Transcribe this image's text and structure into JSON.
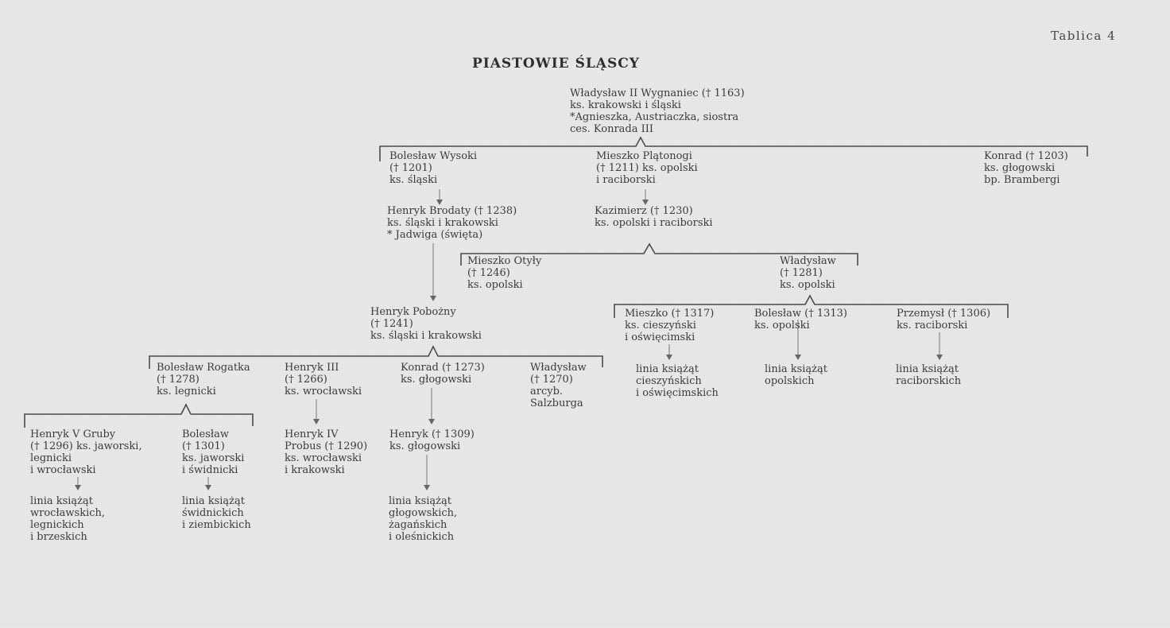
{
  "page_label": "Tablica 4",
  "title": "PIASTOWIE ŚLĄSCY",
  "nodes": {
    "wladyslaw_ii": [
      "Władysław II Wygnaniec († 1163)",
      "ks. krakowski i śląski",
      "*Agnieszka, Austriaczka, siostra",
      "ces. Konrada III"
    ],
    "boleslaw_wysoki": [
      "Bolesław Wysoki",
      "(† 1201)",
      "ks. śląski"
    ],
    "mieszko_platonogi": [
      "Mieszko Plątonogi",
      "(† 1211) ks. opolski",
      "i raciborski"
    ],
    "konrad_1203": [
      "Konrad († 1203)",
      "ks. głogowski",
      "bp. Brambergi"
    ],
    "henryk_brodaty": [
      "Henryk Brodaty († 1238)",
      "ks. śląski i krakowski",
      "* Jadwiga (święta)"
    ],
    "kazimierz": [
      "Kazimierz († 1230)",
      "ks. opolski i raciborski"
    ],
    "mieszko_otyly": [
      "Mieszko Otyły",
      "(† 1246)",
      "ks. opolski"
    ],
    "wladyslaw_1281": [
      "Władysław",
      "(† 1281)",
      "ks. opolski"
    ],
    "henryk_pobozny": [
      "Henryk Pobożny",
      "(† 1241)",
      "ks. śląski i krakowski"
    ],
    "mieszko_1317": [
      "Mieszko († 1317)",
      "ks. cieszyński",
      "i oświęcimski"
    ],
    "boleslaw_1313": [
      "Bolesław († 1313)",
      "ks. opolski"
    ],
    "przemysl_1306": [
      "Przemysł († 1306)",
      "ks. raciborski"
    ],
    "linia_cieszynskich": [
      "linia książąt",
      "cieszyńskich",
      "i oświęcimskich"
    ],
    "linia_opolskich": [
      "linia książąt",
      "opolskich"
    ],
    "linia_raciborskich": [
      "linia książąt",
      "raciborskich"
    ],
    "boleslaw_rogatka": [
      "Bolesław Rogatka",
      "(† 1278)",
      "ks. legnicki"
    ],
    "henryk_iii": [
      "Henryk III",
      "(† 1266)",
      "ks. wrocławski"
    ],
    "konrad_1273": [
      "Konrad († 1273)",
      "ks. głogowski"
    ],
    "wladyslaw_1270": [
      "Władysław",
      "(† 1270)",
      "arcyb.",
      "Salzburga"
    ],
    "henryk_v": [
      "Henryk V Gruby",
      "(† 1296) ks. jaworski,",
      "legnicki",
      "i wrocławski"
    ],
    "boleslaw_1301": [
      "Bolesław",
      "(† 1301)",
      "ks. jaworski",
      "i świdnicki"
    ],
    "henryk_iv": [
      "Henryk IV",
      "Probus († 1290)",
      "ks. wrocławski",
      "i krakowski"
    ],
    "henryk_1309": [
      "Henryk († 1309)",
      "ks. głogowski"
    ],
    "linia_wroclawskich": [
      "linia książąt",
      "wrocławskich,",
      "legnickich",
      "i brzeskich"
    ],
    "linia_swidnickich": [
      "linia książąt",
      "świdnickich",
      "i ziembickich"
    ],
    "linia_glogowskich": [
      "linia książąt",
      "głogowskich,",
      "żagańskich",
      "i oleśnickich"
    ]
  }
}
